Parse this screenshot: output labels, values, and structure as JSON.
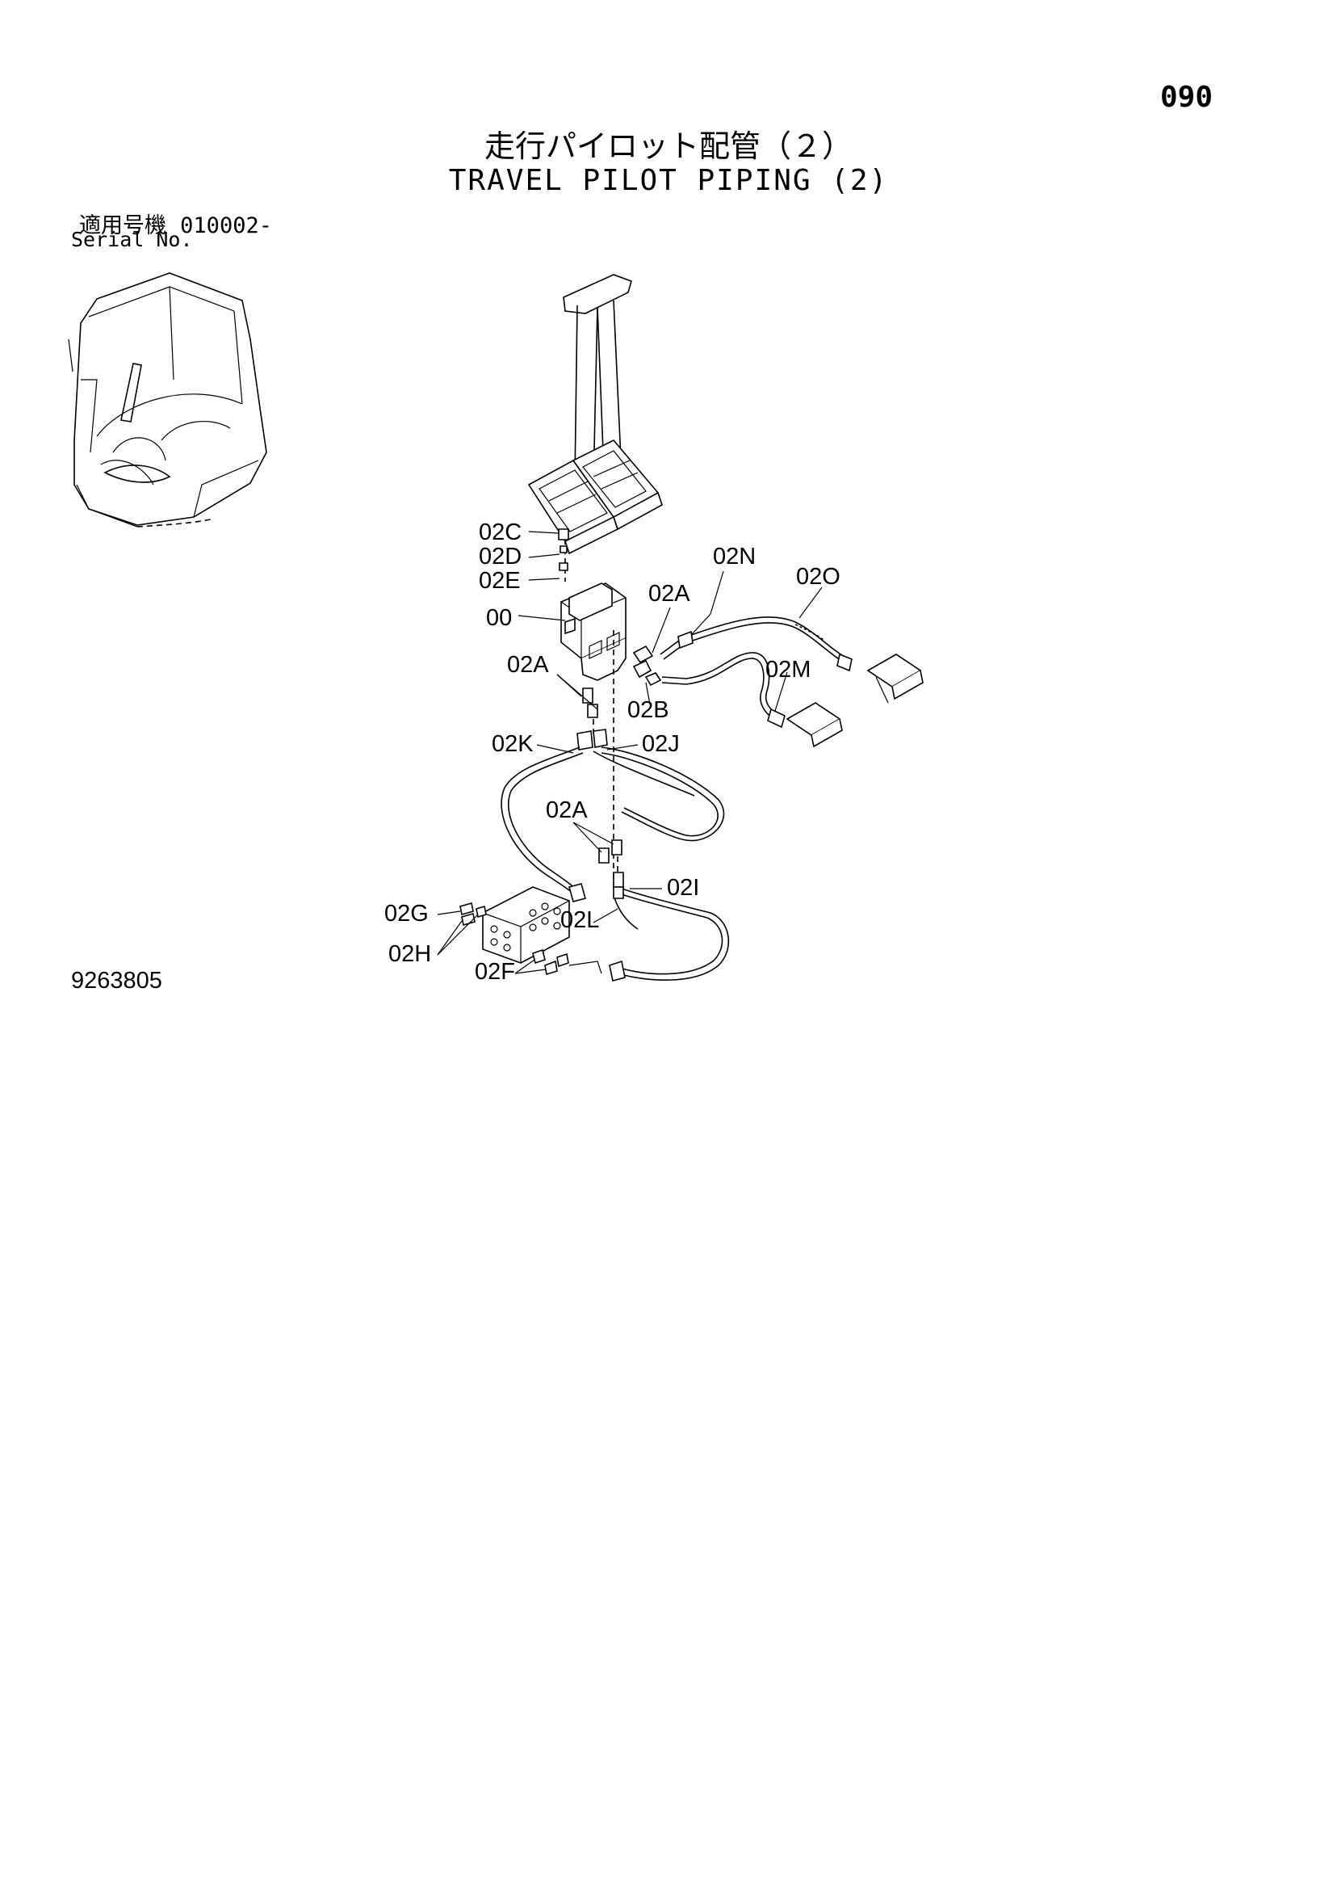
{
  "page_number": "090",
  "title_jp": "走行パイロット配管（２）",
  "title_en": "TRAVEL PILOT PIPING (2)",
  "serial": {
    "jp_label": "適用号機",
    "range": "010002-",
    "en_label": "Serial No."
  },
  "doc_number": "9263805",
  "callouts": [
    {
      "id": "c-02C",
      "text": "02C"
    },
    {
      "id": "c-02D",
      "text": "02D"
    },
    {
      "id": "c-02E",
      "text": "02E"
    },
    {
      "id": "c-00",
      "text": "00"
    },
    {
      "id": "c-02N",
      "text": "02N"
    },
    {
      "id": "c-02O",
      "text": "02O"
    },
    {
      "id": "c-02A-1",
      "text": "02A"
    },
    {
      "id": "c-02A-2",
      "text": "02A"
    },
    {
      "id": "c-02B",
      "text": "02B"
    },
    {
      "id": "c-02M",
      "text": "02M"
    },
    {
      "id": "c-02K",
      "text": "02K"
    },
    {
      "id": "c-02J",
      "text": "02J"
    },
    {
      "id": "c-02A-3",
      "text": "02A"
    },
    {
      "id": "c-02I",
      "text": "02I"
    },
    {
      "id": "c-02L",
      "text": "02L"
    },
    {
      "id": "c-02G",
      "text": "02G"
    },
    {
      "id": "c-02H",
      "text": "02H"
    },
    {
      "id": "c-02F",
      "text": "02F"
    }
  ]
}
